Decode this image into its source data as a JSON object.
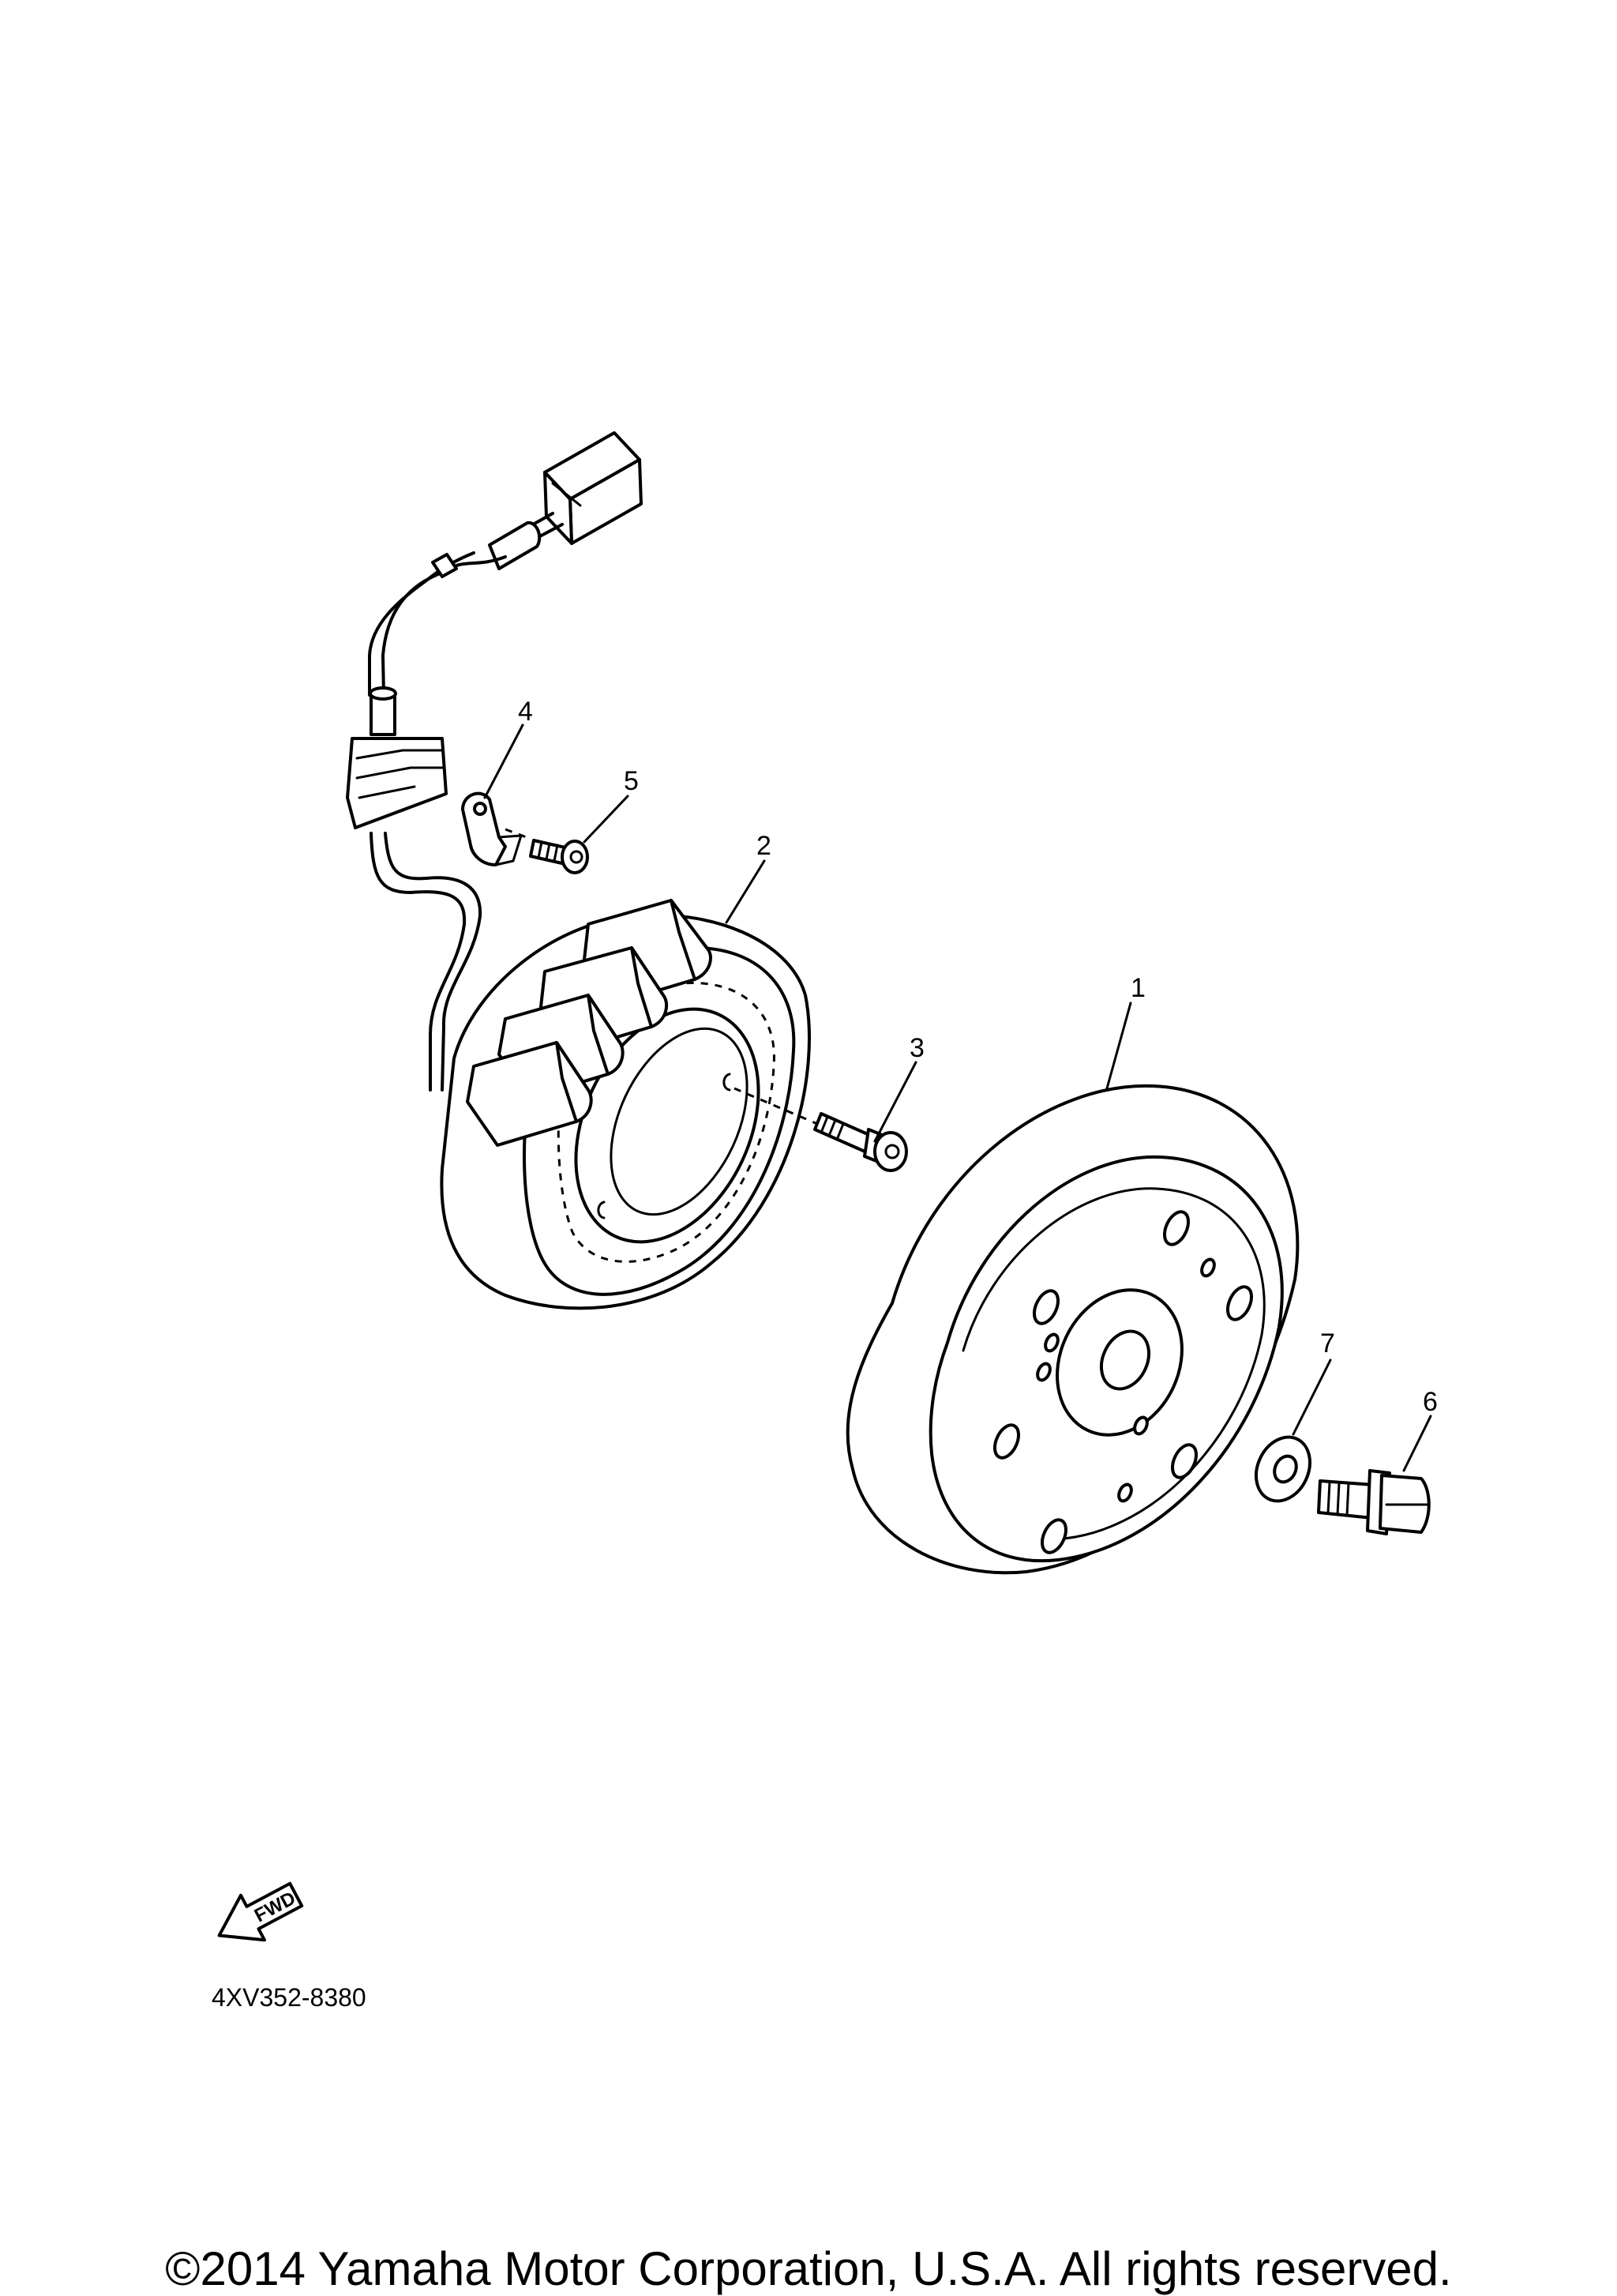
{
  "callouts": {
    "p1": "1",
    "p2": "2",
    "p3": "3",
    "p4": "4",
    "p5": "5",
    "p6": "6",
    "p7": "7"
  },
  "fwd_label": "FWD",
  "diagram_code": "4XV352-8380",
  "copyright": "©2014 Yamaha Motor Corporation, U.S.A. All rights reserved."
}
